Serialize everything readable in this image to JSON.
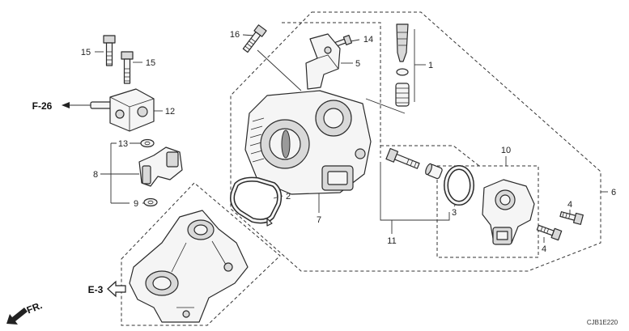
{
  "part_labels": [
    "16",
    "14",
    "5",
    "1",
    "15",
    "15",
    "12",
    "13",
    "8",
    "9",
    "2",
    "7",
    "10",
    "3",
    "11",
    "6",
    "4",
    "4"
  ],
  "reference_labels": {
    "f26": "F-26",
    "e3": "E-3"
  },
  "orientation_label": "FR.",
  "diagram_code": "CJB1E220",
  "colors": {
    "line": "#2a2a2a",
    "part_fill": "#f5f5f5",
    "part_shade": "#d9d9d9"
  }
}
